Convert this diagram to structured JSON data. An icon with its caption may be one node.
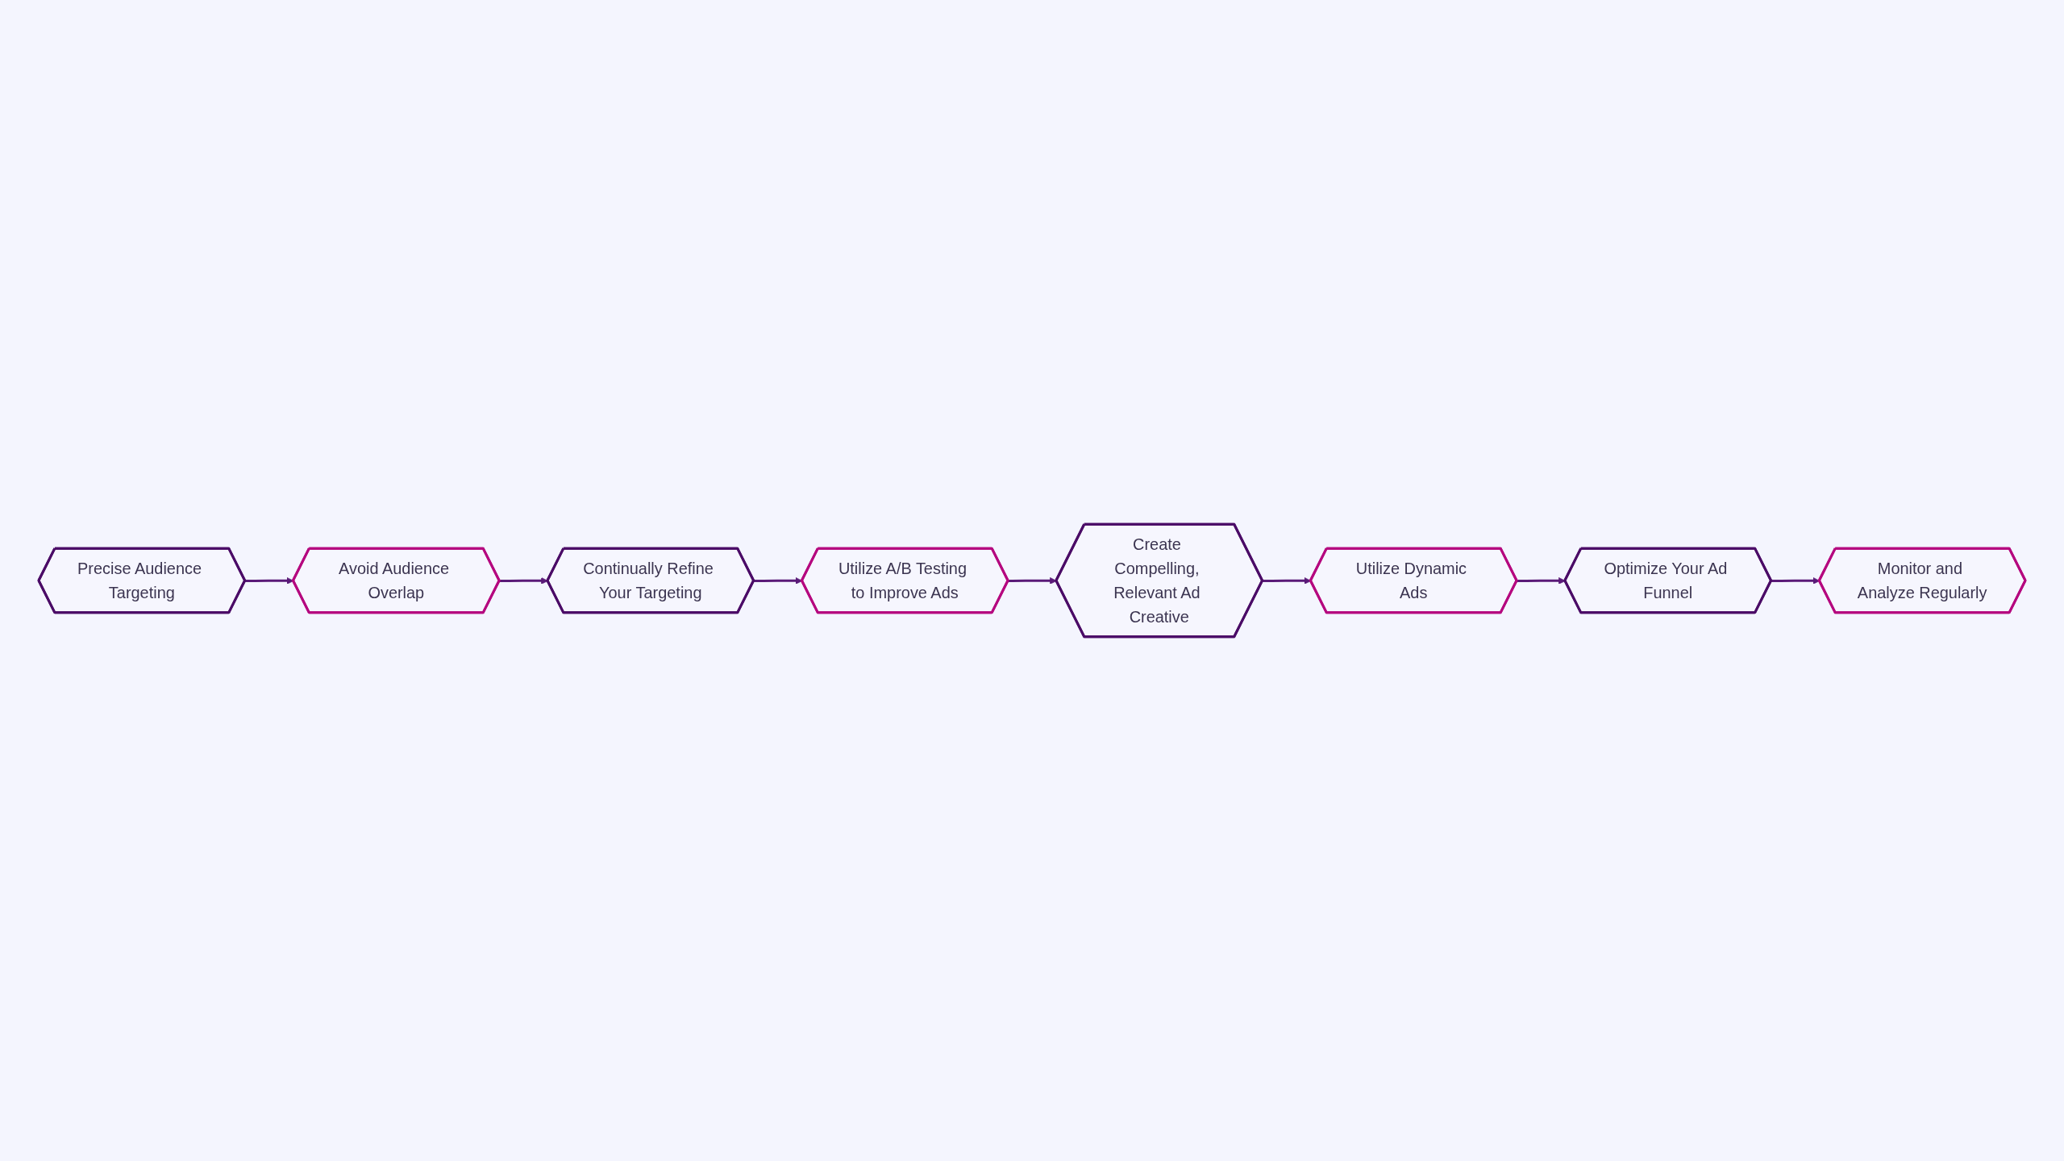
{
  "diagram": {
    "nodes": [
      {
        "text": [
          "Precise Audience Targeting"
        ]
      },
      {
        "text": [
          "Avoid Audience Overlap"
        ]
      },
      {
        "text": [
          "Continually Refine Your Targeting"
        ]
      },
      {
        "text": [
          "Utilize A/B Testing to Improve Ads"
        ]
      },
      {
        "text": [
          "Create Compelling, Relevant Ad Creative"
        ]
      },
      {
        "text": [
          "Utilize Dynamic Ads"
        ]
      },
      {
        "text": [
          "Optimize Your Ad Funnel"
        ]
      },
      {
        "text": [
          "Monitor and Analyze Regularly"
        ]
      }
    ],
    "edges": [
      {
        "from": 0,
        "to": 1,
        "arrow": "to"
      },
      {
        "from": 1,
        "to": 2,
        "arrow": "to"
      },
      {
        "from": 2,
        "to": 3,
        "arrow": "to"
      },
      {
        "from": 3,
        "to": 4,
        "arrow": "to"
      },
      {
        "from": 4,
        "to": 5,
        "arrow": "to"
      },
      {
        "from": 5,
        "to": 6,
        "arrow": "to"
      },
      {
        "from": 6,
        "to": 7,
        "arrow": "to"
      }
    ]
  }
}
